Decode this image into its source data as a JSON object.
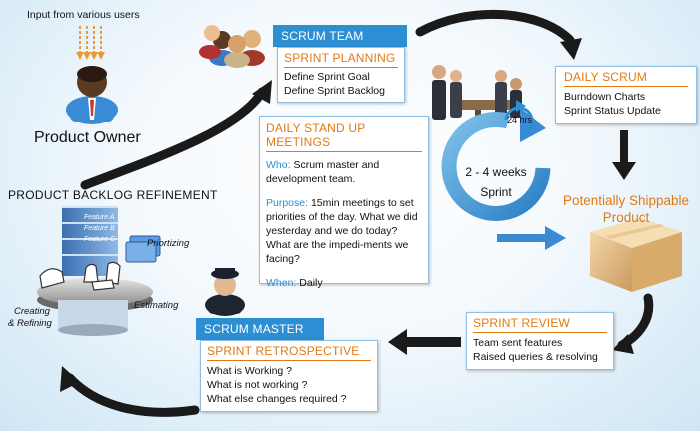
{
  "input_label": "Input from various users",
  "product_owner": "Product Owner",
  "scrum_team": {
    "header": "SCRUM TEAM",
    "title": "SPRINT PLANNING",
    "items": [
      "Define Sprint Goal",
      "Define Sprint Backlog"
    ]
  },
  "daily_scrum": {
    "title": "DAILY SCRUM",
    "items": [
      "Burndown Charts",
      "Sprint Status Update"
    ]
  },
  "standup": {
    "title": "DAILY STAND UP MEETINGS",
    "who_label": "Who:",
    "who_text": "Scrum master and development team.",
    "purpose_label": "Purpose:",
    "purpose_text": "15min meetings to set priorities of the day. What we did yesterday and we do today? What are the impedi-ments we facing?",
    "when_label": "When:",
    "when_text": "Daily"
  },
  "sprint": {
    "hours": "24 hrs",
    "weeks": "2 - 4 weeks",
    "label": "Sprint"
  },
  "shippable": "Potentially Shippable Product",
  "backlog": {
    "title": "PRODUCT BACKLOG REFINEMENT",
    "features": [
      "Feature A",
      "Feature B",
      "Feature C"
    ],
    "prioritizing": "Priortizing",
    "estimating": "Estimating",
    "creating": "Creating",
    "refining": "& Refining"
  },
  "scrum_master": {
    "header": "SCRUM MASTER",
    "title": "SPRINT RETROSPECTIVE",
    "items": [
      "What is Working ?",
      "What is not working ?",
      "What else changes required ?"
    ]
  },
  "sprint_review": {
    "title": "SPRINT REVIEW",
    "items": [
      "Team sent features",
      "Raised queries & resolving"
    ]
  },
  "colors": {
    "blue": "#2d8fd3",
    "orange": "#e07b13",
    "arrow": "#1a1a1a"
  }
}
